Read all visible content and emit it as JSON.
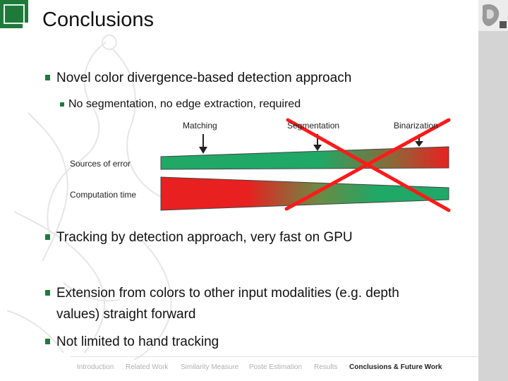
{
  "title": "Conclusions",
  "bullets": {
    "b1": "Novel color divergence-based detection approach",
    "b1_sub": "No segmentation, no edge extraction, required",
    "b2": "Tracking by detection approach, very fast on GPU",
    "b3_line1": "Extension from colors to other input modalities (e.g. depth",
    "b3_line2": "values) straight forward",
    "b4": "Not limited to hand tracking"
  },
  "diagram": {
    "stage_matching": "Matching",
    "stage_segmentation": "Segmentation",
    "stage_binarization": "Binarization",
    "row_error": "Sources of error",
    "row_time": "Computation time"
  },
  "footer": {
    "introduction": "Introduction",
    "related_work": "Related Work",
    "similarity_measure": "Similarity Measure",
    "poste_estimation": "Poste Estimation",
    "results": "Results",
    "conclusions": "Conclusions & Future Work"
  },
  "colors": {
    "brand_green": "#1f7a3a",
    "bar_green": "#1fa866",
    "bar_red": "#e82020",
    "cross_red": "#ff1a1a"
  }
}
